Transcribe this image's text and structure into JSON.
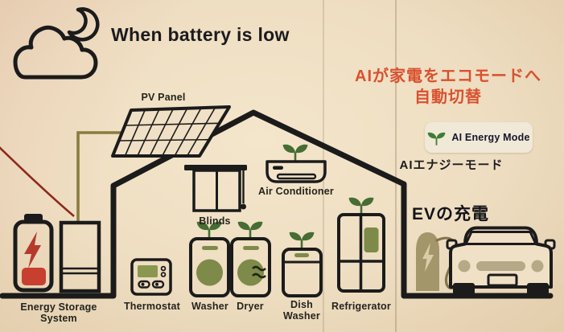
{
  "scene": {
    "title": "When battery is low",
    "headline_jp": {
      "line1": "AIが家電をエコモードへ",
      "line2": "自動切替"
    },
    "badge": {
      "label": "AI Energy Mode",
      "caption_jp": "AIエナジーモード"
    },
    "ev_label_jp": "EVの充電",
    "labels": {
      "pv_panel": "PV Panel",
      "blinds": "Blinds",
      "air_conditioner": "Air Conditioner",
      "energy_storage": {
        "line1": "Energy Storage",
        "line2": "System"
      },
      "thermostat": "Thermostat",
      "washer": "Washer",
      "dryer": "Dryer",
      "dish_washer": {
        "line1": "Dish",
        "line2": "Washer"
      },
      "refrigerator": "Refrigerator"
    },
    "icons": {
      "sky": [
        "cloud-icon",
        "moon-icon"
      ],
      "energy": [
        "battery-low-icon",
        "lightning-icon",
        "storage-unit-icon",
        "pv-panel-icon"
      ],
      "appliances": [
        "blinds-icon",
        "air-conditioner-icon",
        "thermostat-icon",
        "washer-icon",
        "dryer-icon",
        "dish-washer-icon",
        "refrigerator-icon",
        "sprout-icon"
      ],
      "ev": [
        "ev-charger-icon",
        "car-front-icon",
        "charging-cable-icon"
      ]
    },
    "colors": {
      "background": "#eeddc1",
      "line_black": "#1b1b1b",
      "accent_olive": "#7d8a49",
      "sprout_green": "#466d33",
      "badge_sprout_green": "#3f7d37",
      "alert_red": "#c7402f",
      "headline_orange": "#d9512f",
      "wire_olive": "#8a7c3e",
      "wire_dark_red": "#8b2a1d",
      "charger_tan": "#a3966b",
      "car_accent_tan": "#b5a988",
      "badge_bg": "#f0e9d7"
    }
  }
}
